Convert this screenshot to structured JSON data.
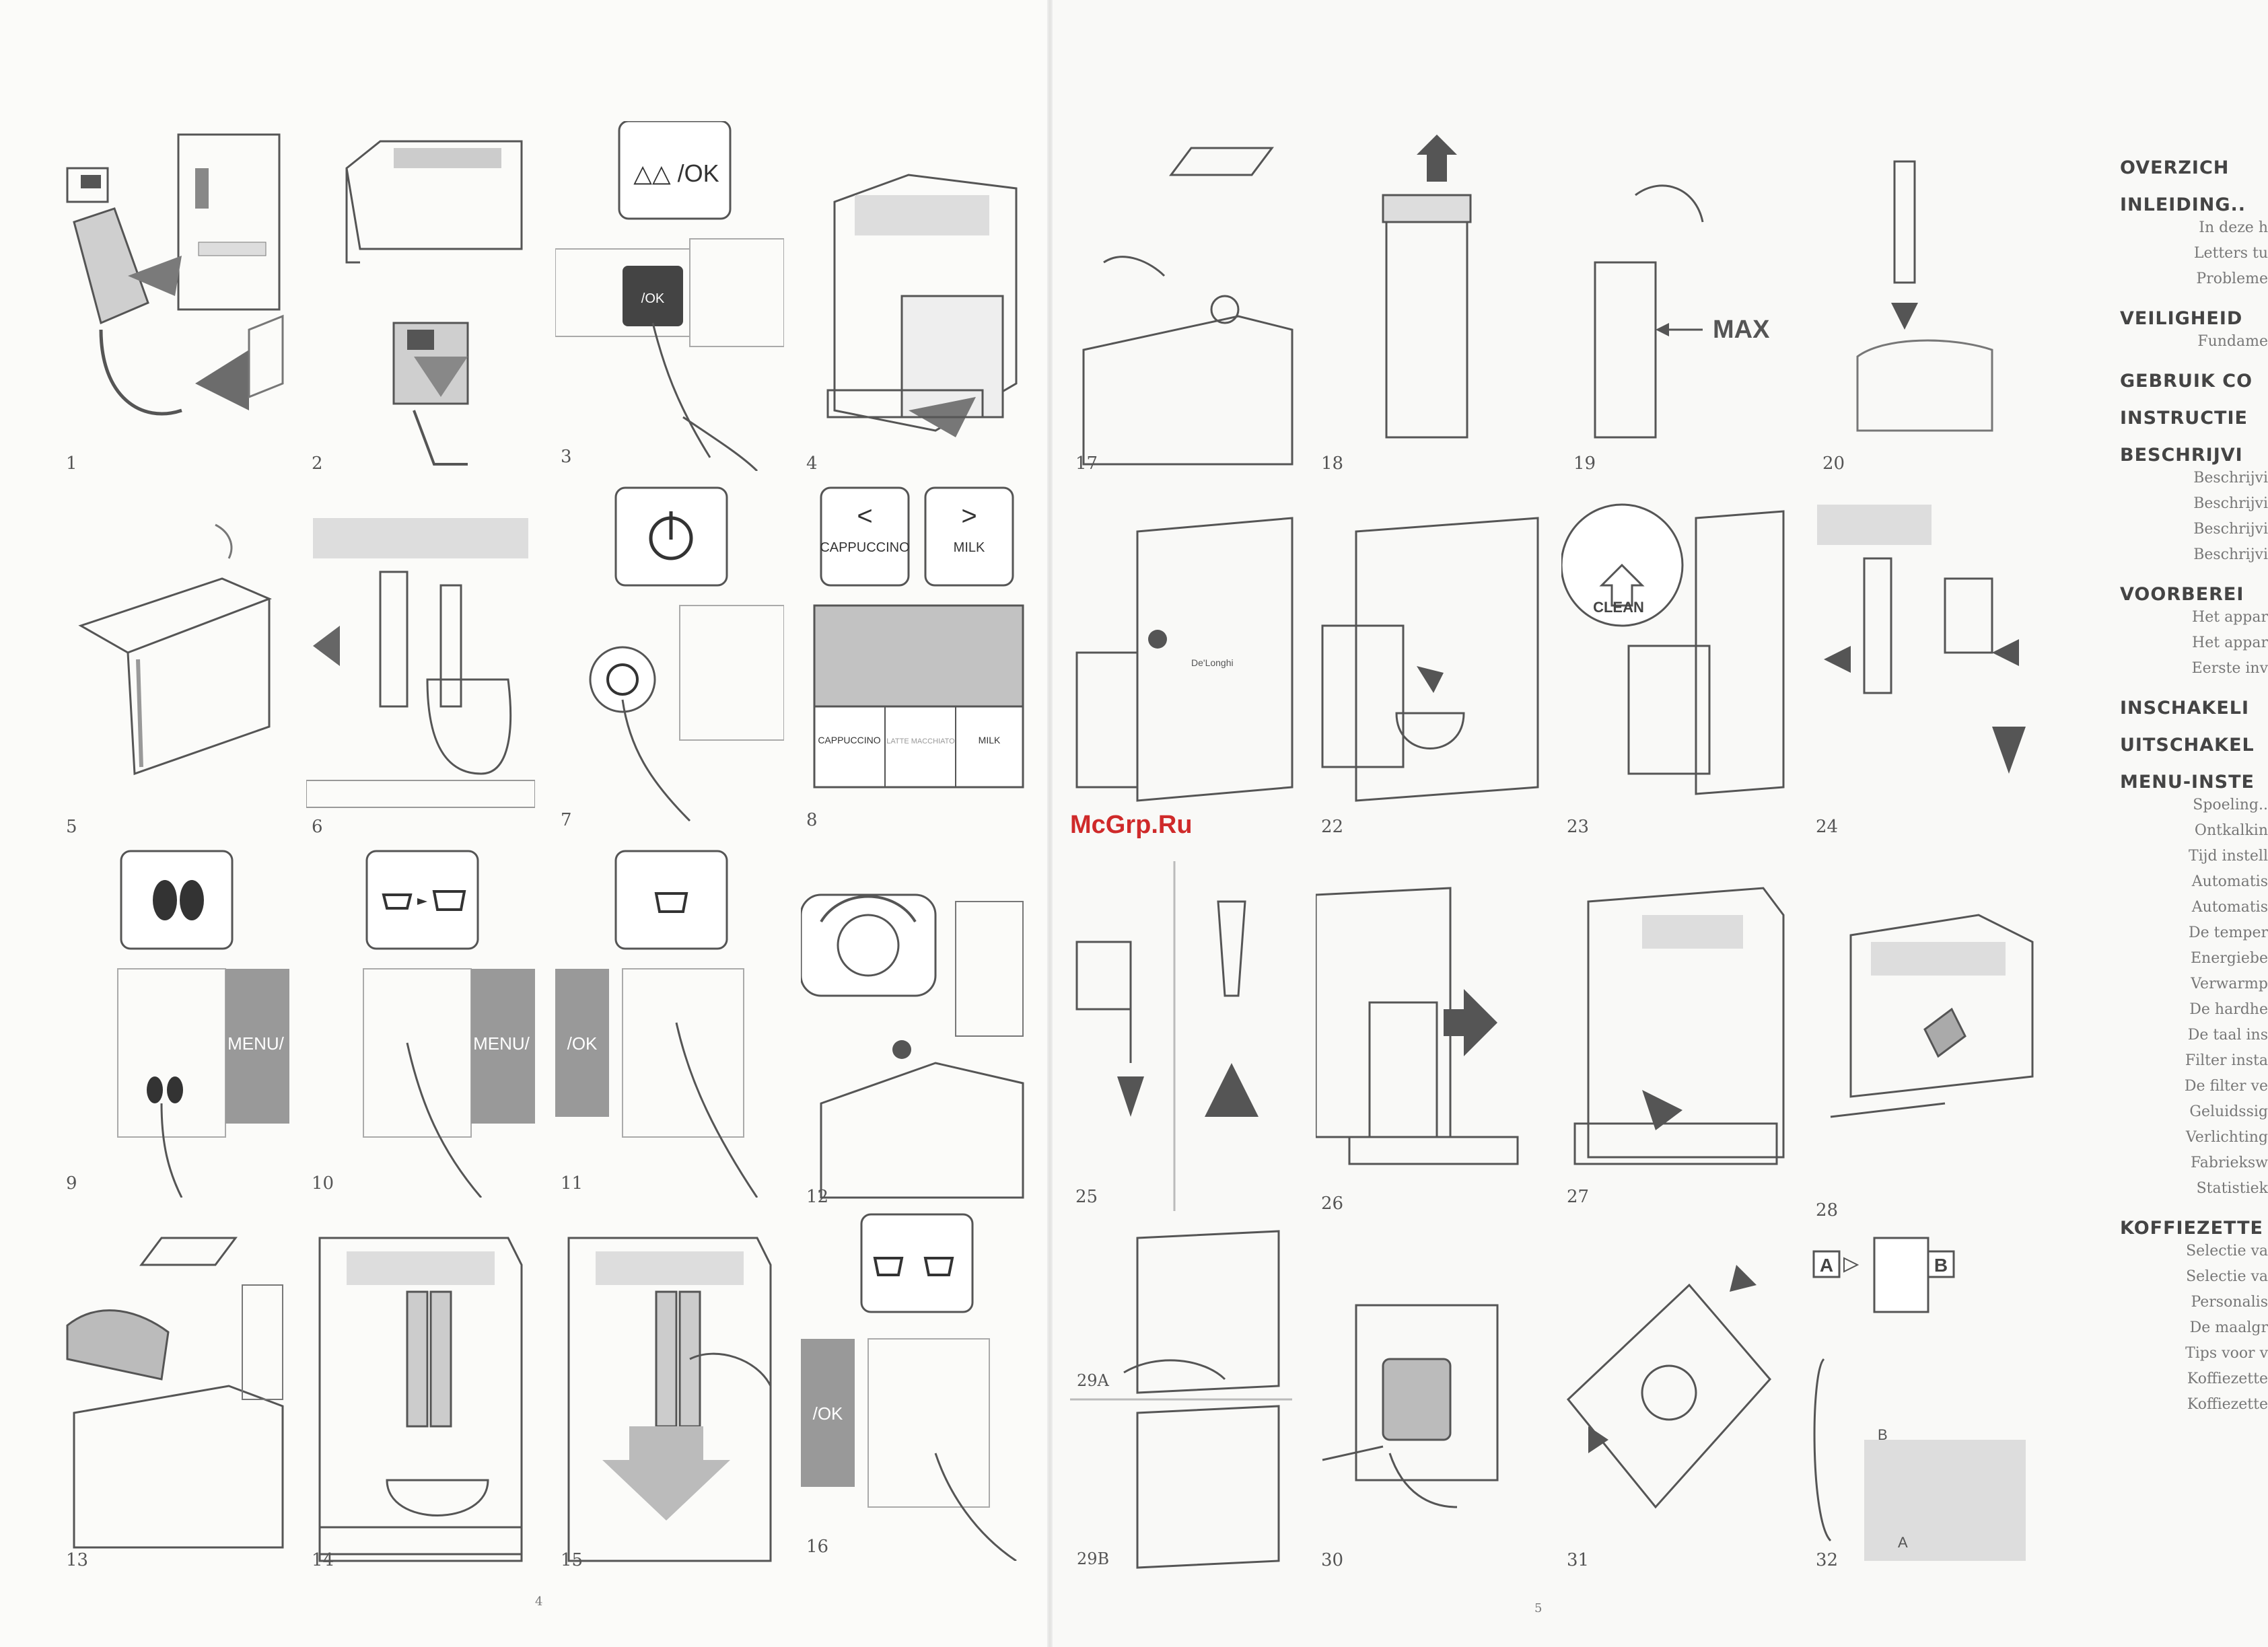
{
  "panels": [
    "1",
    "2",
    "3",
    "4",
    "5",
    "6",
    "7",
    "8",
    "9",
    "10",
    "11",
    "12",
    "13",
    "14",
    "15",
    "16",
    "17",
    "18",
    "19",
    "20",
    "22",
    "23",
    "24",
    "25",
    "26",
    "27",
    "28",
    "29A",
    "29B",
    "30",
    "31",
    "32"
  ],
  "labels": {
    "ok": "/OK",
    "cappuccino": "CAPPUCCINO",
    "milk": "MILK",
    "max": "MAX",
    "clean": "CLEAN",
    "menu": "MENU/",
    "ok_side": "/OK",
    "brand": "De'Longhi",
    "latte": "LATTE MACCHIATO",
    "letter_a": "A",
    "letter_b": "B"
  },
  "sidebar": [
    {
      "head": "OVERZICH",
      "items": []
    },
    {
      "head": "INLEIDING..",
      "items": [
        "In deze h",
        "Letters tu",
        "Probleme"
      ]
    },
    {
      "head": "VEILIGHEID",
      "items": [
        "Fundame"
      ]
    },
    {
      "head": "GEBRUIK CO",
      "items": []
    },
    {
      "head": "INSTRUCTIE",
      "items": []
    },
    {
      "head": "BESCHRIJVI",
      "items": [
        "Beschrijvi",
        "Beschrijvi",
        "Beschrijvi",
        "Beschrijvi"
      ]
    },
    {
      "head": "VOORBEREI",
      "items": [
        "Het appar",
        "Het appar",
        "Eerste inv"
      ]
    },
    {
      "head": "INSCHAKELI",
      "items": []
    },
    {
      "head": "UITSCHAKEL",
      "items": []
    },
    {
      "head": "MENU-INSTE",
      "items": [
        "Spoeling..",
        "Ontkalkin",
        "Tijd instell",
        "Automatis",
        "Automatis",
        "De temper",
        "Energiebe",
        "Verwarmp",
        "De hardhe",
        "De taal ins",
        "Filter insta",
        "De filter ve",
        "Geluidssig",
        "Verlichting",
        "Fabrieksw",
        "Statistiek"
      ]
    },
    {
      "head": "KOFFIEZETTE",
      "items": [
        "Selectie va",
        "Selectie va",
        "Personalis",
        "De maalgr",
        "Tips voor v",
        "Koffiezette",
        "Koffiezette"
      ]
    }
  ],
  "watermark": "McGrp.Ru",
  "page_numbers": {
    "left": "4",
    "right": "5"
  }
}
